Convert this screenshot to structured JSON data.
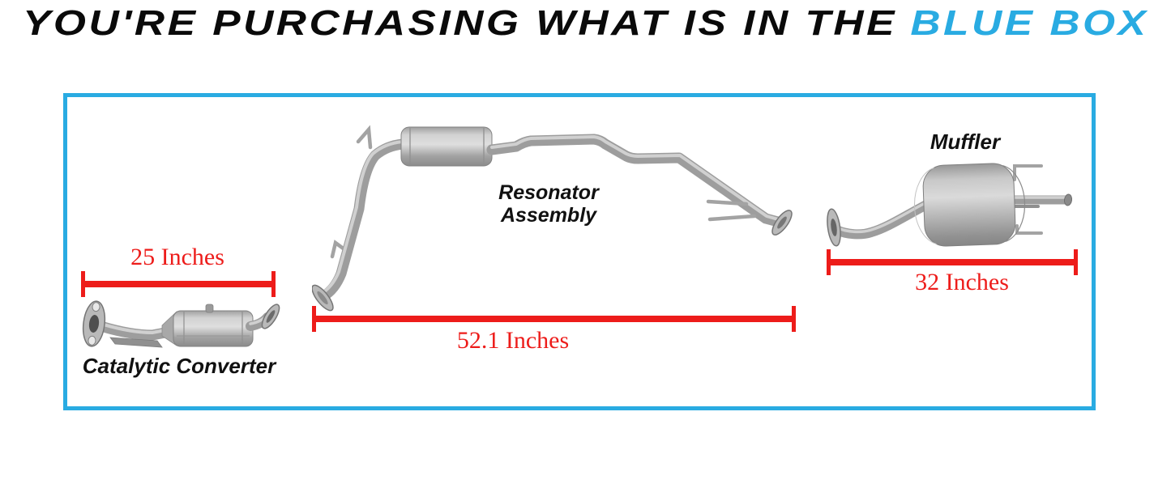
{
  "title": {
    "text_black": "YOU'RE PURCHASING WHAT IS IN THE",
    "text_blue": "BLUE BOX",
    "blue_color": "#29ABE2",
    "black_color": "#0A0A0A"
  },
  "box": {
    "border_color": "#29ABE2"
  },
  "parts": {
    "catalytic_converter": {
      "label": "Catalytic Converter",
      "measurement": "25 Inches",
      "art": "catalytic-converter-illustration"
    },
    "resonator": {
      "label_line1": "Resonator",
      "label_line2": "Assembly",
      "measurement": "52.1 Inches",
      "art": "resonator-assembly-illustration"
    },
    "muffler": {
      "label": "Muffler",
      "measurement": "32 Inches",
      "art": "muffler-illustration"
    }
  },
  "colors": {
    "measurement_red": "#ED1C1A",
    "pipe_gray": "#9D9D9D"
  }
}
